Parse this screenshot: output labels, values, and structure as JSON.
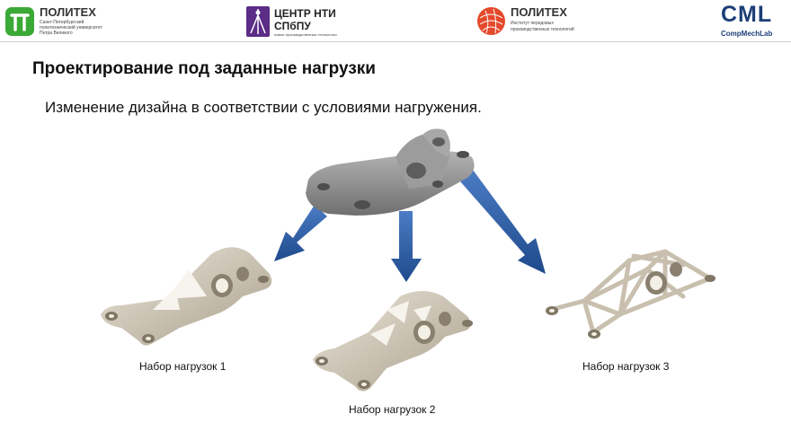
{
  "header": {
    "logo1": {
      "name": "ПОЛИТЕХ",
      "lines": [
        "Санкт-Петербургский",
        "политехнический университет",
        "Петра Великого"
      ]
    },
    "logo2": {
      "name_line1": "ЦЕНТР НТИ",
      "name_line2": "СПбПУ",
      "tagline": "новые производственные технологии"
    },
    "logo3": {
      "name": "ПОЛИТЕХ",
      "lines": [
        "Институт передовых",
        "производственных технологий"
      ]
    },
    "logo4": {
      "name": "CML",
      "sub": "CompMechLab"
    }
  },
  "slide": {
    "title": "Проектирование под заданные нагрузки",
    "subtitle": "Изменение дизайна в соответствии с условиями нагружения.",
    "captions": [
      "Набор нагрузок 1",
      "Набор нагрузок 2",
      "Набор нагрузок 3"
    ]
  },
  "colors": {
    "logo1_green": "#3aa935",
    "logo2_purple": "#5b2d86",
    "logo3_red": "#e4492b",
    "cml_blue": "#1d3f77",
    "arrow_blue": "#2a5ba5",
    "part_gray": "#8e8e8e",
    "part_beige": "#d7cfc0"
  }
}
